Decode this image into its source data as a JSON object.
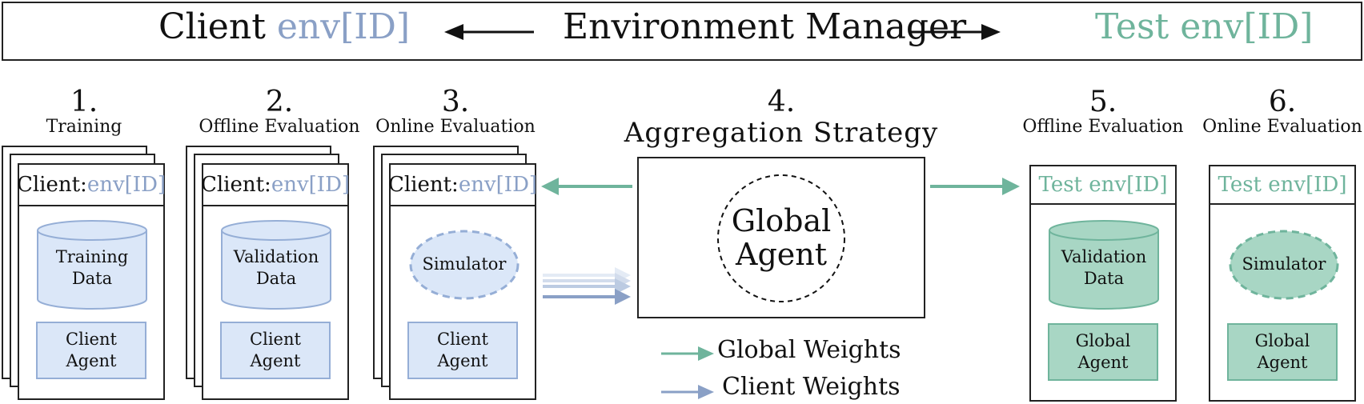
{
  "header": {
    "client_word": "Client",
    "client_env": "env[ID]",
    "manager": "Environment Manager",
    "test_env": "Test env[ID]"
  },
  "stages": [
    {
      "num": "1.",
      "title": "Training",
      "card_label": "Client:",
      "card_env": "env[ID]",
      "data_line1": "Training",
      "data_line2": "Data",
      "agent_line1": "Client",
      "agent_line2": "Agent"
    },
    {
      "num": "2.",
      "title": "Offline Evaluation",
      "card_label": "Client:",
      "card_env": "env[ID]",
      "data_line1": "Validation",
      "data_line2": "Data",
      "agent_line1": "Client",
      "agent_line2": "Agent"
    },
    {
      "num": "3.",
      "title": "Online Evaluation",
      "card_label": "Client:",
      "card_env": "env[ID]",
      "sim_label": "Simulator",
      "agent_line1": "Client",
      "agent_line2": "Agent"
    },
    {
      "num": "4.",
      "title": "Aggregation Strategy",
      "agent_line1": "Global",
      "agent_line2": "Agent"
    },
    {
      "num": "5.",
      "title": "Offline Evaluation",
      "card_env": "Test env[ID]",
      "data_line1": "Validation",
      "data_line2": "Data",
      "agent_line1": "Global",
      "agent_line2": "Agent"
    },
    {
      "num": "6.",
      "title": "Online Evaluation",
      "card_env": "Test env[ID]",
      "sim_label": "Simulator",
      "agent_line1": "Global",
      "agent_line2": "Agent"
    }
  ],
  "legend": {
    "global": "Global Weights",
    "client": "Client Weights"
  },
  "colors": {
    "client_blue": "#8aa0c6",
    "global_green": "#6fb49c",
    "blue_fill": "#dbe7f8",
    "green_fill": "#a8d6c4"
  }
}
